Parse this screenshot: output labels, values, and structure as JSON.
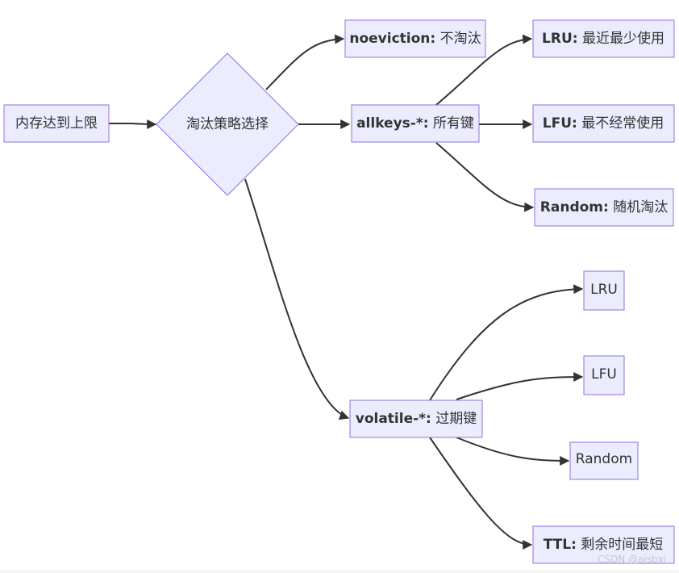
{
  "diagram": {
    "nodes": {
      "memory_limit": {
        "label": "内存达到上限"
      },
      "policy_choice": {
        "label": "淘汰策略选择"
      },
      "noeviction": {
        "key": "noeviction:",
        "desc": " 不淘汰"
      },
      "allkeys": {
        "key": "allkeys-*:",
        "desc": " 所有键"
      },
      "volatile": {
        "key": "volatile-*:",
        "desc": " 过期键"
      },
      "allkeys_lru": {
        "key": "LRU:",
        "desc": " 最近最少使用"
      },
      "allkeys_lfu": {
        "key": "LFU:",
        "desc": " 最不经常使用"
      },
      "allkeys_random": {
        "key": "Random:",
        "desc": " 随机淘汰"
      },
      "volatile_lru": {
        "label": "LRU"
      },
      "volatile_lfu": {
        "label": "LFU"
      },
      "volatile_random": {
        "label": "Random"
      },
      "volatile_ttl": {
        "key": "TTL:",
        "desc": " 剩余时间最短"
      }
    },
    "edges": [
      {
        "from": "memory_limit",
        "to": "policy_choice"
      },
      {
        "from": "policy_choice",
        "to": "noeviction"
      },
      {
        "from": "policy_choice",
        "to": "allkeys"
      },
      {
        "from": "policy_choice",
        "to": "volatile"
      },
      {
        "from": "allkeys",
        "to": "allkeys_lru"
      },
      {
        "from": "allkeys",
        "to": "allkeys_lfu"
      },
      {
        "from": "allkeys",
        "to": "allkeys_random"
      },
      {
        "from": "volatile",
        "to": "volatile_lru"
      },
      {
        "from": "volatile",
        "to": "volatile_lfu"
      },
      {
        "from": "volatile",
        "to": "volatile_random"
      },
      {
        "from": "volatile",
        "to": "volatile_ttl"
      }
    ],
    "colors": {
      "node_fill": "#ECECFF",
      "node_stroke": "#9370DB",
      "edge": "#333333",
      "text": "#333333"
    }
  },
  "watermark": "CSDN @ajsbxi"
}
